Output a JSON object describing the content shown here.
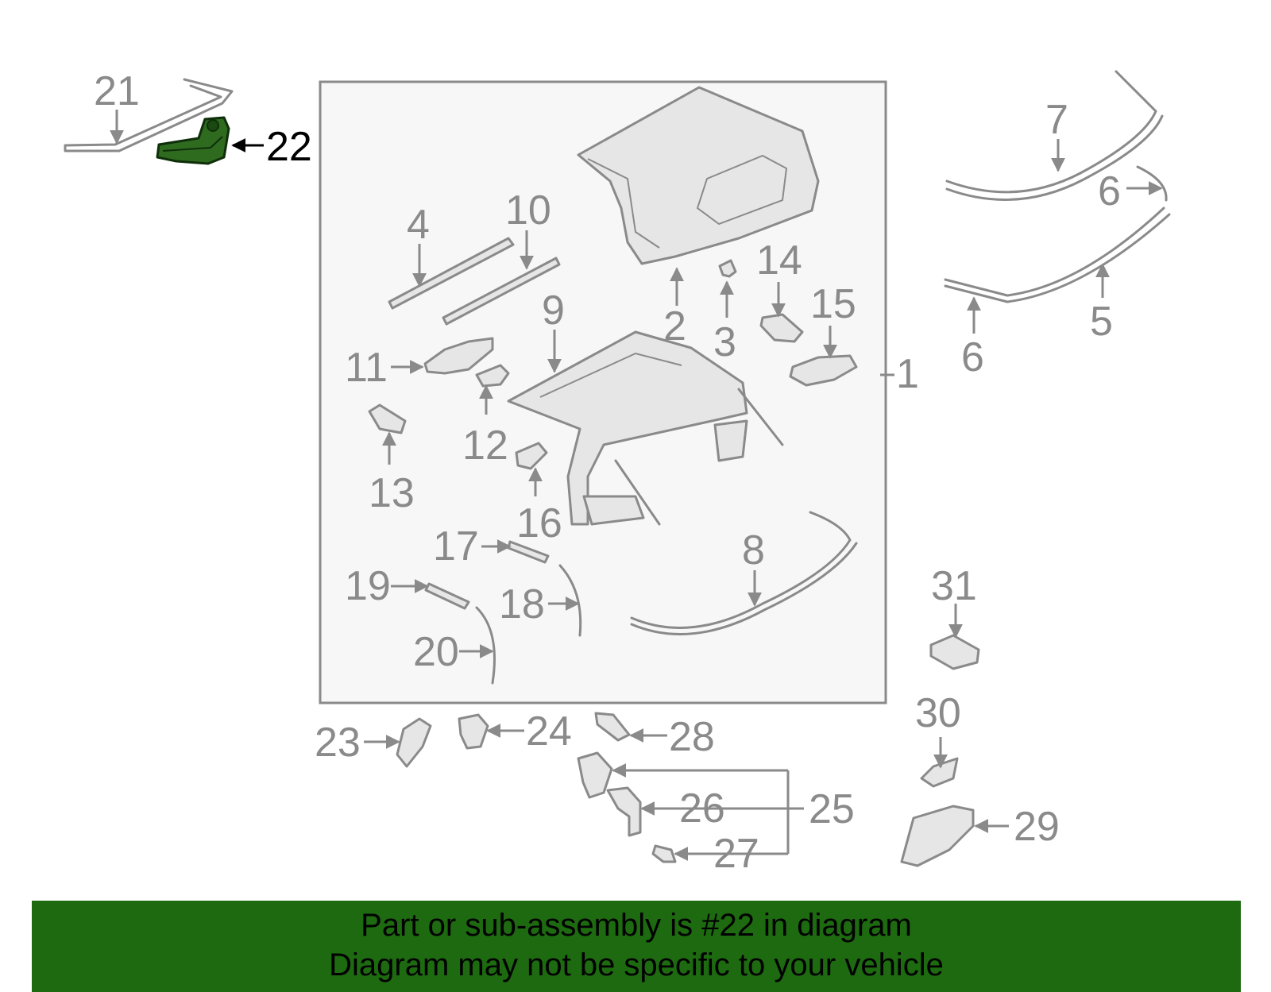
{
  "diagram": {
    "callouts": [
      "1",
      "2",
      "3",
      "4",
      "5",
      "6",
      "6",
      "7",
      "8",
      "9",
      "10",
      "11",
      "12",
      "13",
      "14",
      "15",
      "16",
      "17",
      "18",
      "19",
      "20",
      "21",
      "22",
      "23",
      "24",
      "25",
      "26",
      "27",
      "28",
      "29",
      "30",
      "31"
    ],
    "highlighted_callout": "22",
    "highlight_color": "#2e6b1f"
  },
  "caption": {
    "line1": "Part or sub-assembly is #22 in diagram",
    "line2": "Diagram may not be specific to your vehicle",
    "background": "#1d6a10"
  }
}
